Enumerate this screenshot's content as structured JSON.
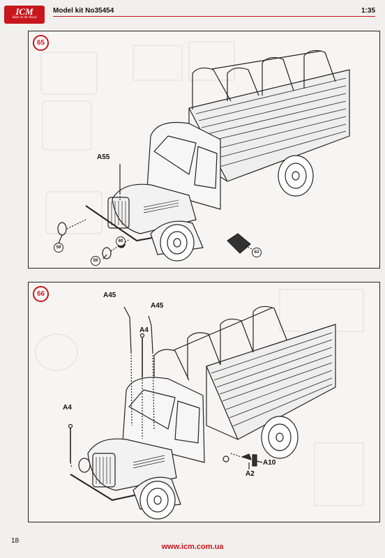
{
  "header": {
    "brand": "ICM",
    "tagline": "Ride on the Road",
    "model_kit": "Model kit No35454",
    "scale": "1:35"
  },
  "step65": {
    "number": "65",
    "part_labels": [
      "A55"
    ],
    "callouts": [
      "59",
      "60",
      "59",
      "63"
    ]
  },
  "step66": {
    "number": "66",
    "part_labels": [
      "A45",
      "A45",
      "A4",
      "A4",
      "A10",
      "A2"
    ]
  },
  "footer": {
    "page_number": "18",
    "website": "www.icm.com.ua"
  },
  "colors": {
    "brand_red": "#c8161d",
    "line": "#222222"
  }
}
